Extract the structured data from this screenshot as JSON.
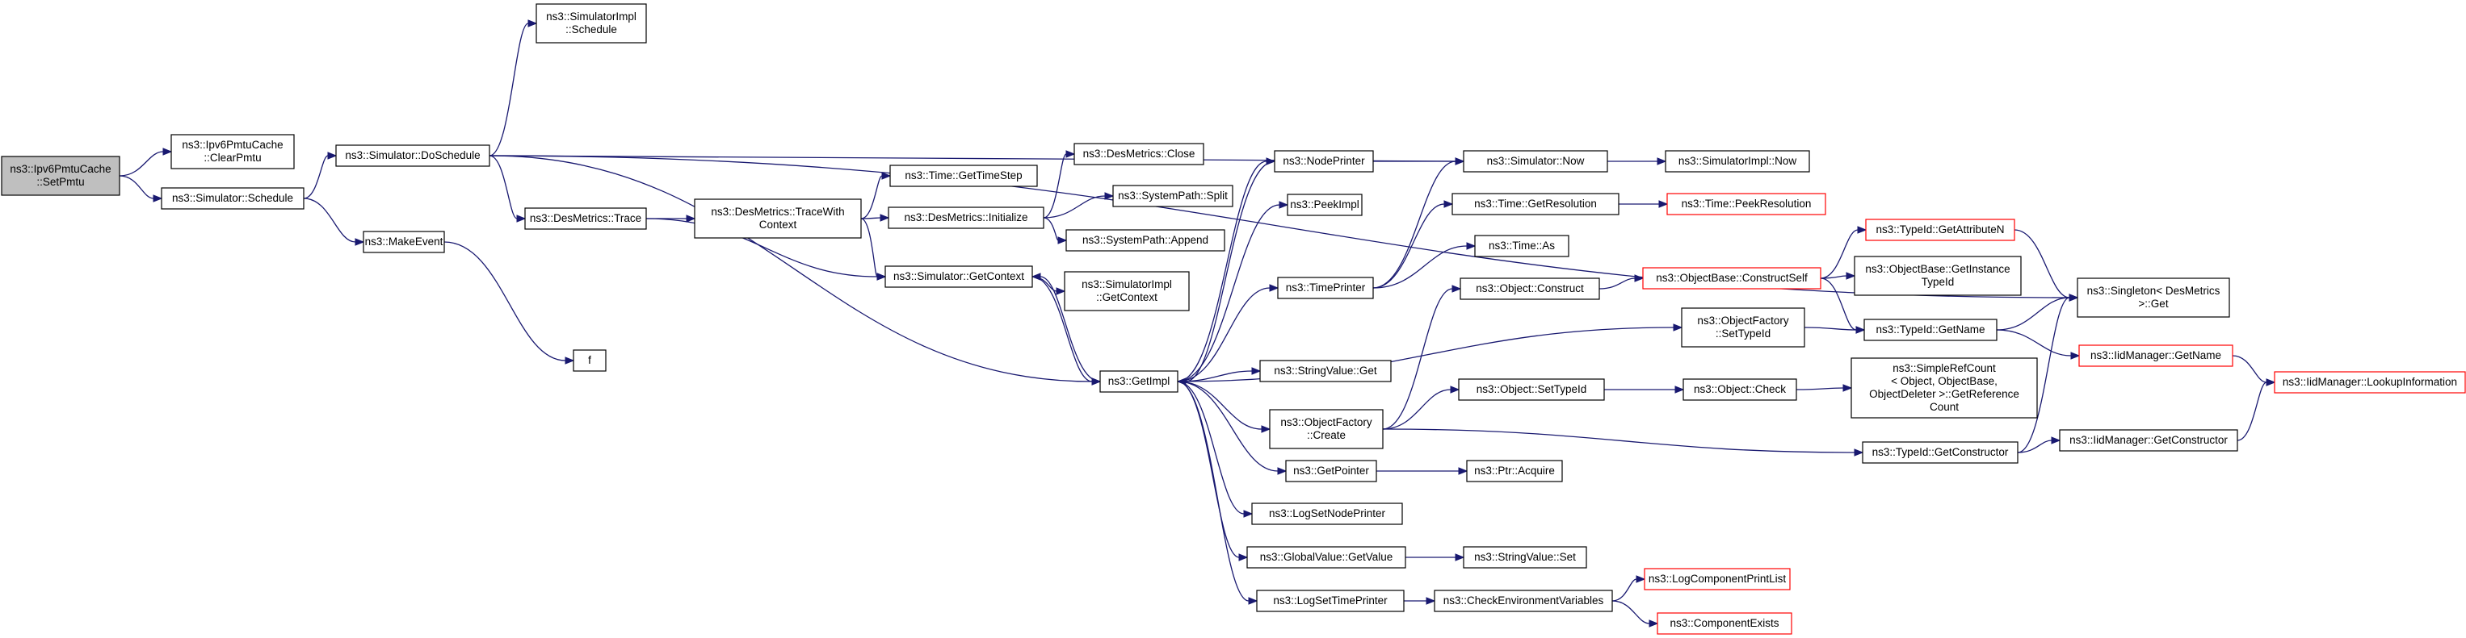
{
  "diagram": {
    "kind": "call graph",
    "edge_color": "#191970",
    "truncated_border_color": "#ff0000",
    "root_fill": "#bfbfbf",
    "nodes": [
      {
        "id": "setpmtu",
        "lines": [
          "ns3::Ipv6PmtuCache",
          "::SetPmtu"
        ],
        "root": true
      },
      {
        "id": "clearpmtu",
        "lines": [
          "ns3::Ipv6PmtuCache",
          "::ClearPmtu"
        ]
      },
      {
        "id": "schedule",
        "lines": [
          "ns3::Simulator::Schedule"
        ]
      },
      {
        "id": "doschedule",
        "lines": [
          "ns3::Simulator::DoSchedule"
        ]
      },
      {
        "id": "makeevent",
        "lines": [
          "ns3::MakeEvent"
        ]
      },
      {
        "id": "f",
        "lines": [
          "f"
        ]
      },
      {
        "id": "implschedule",
        "lines": [
          "ns3::SimulatorImpl",
          "::Schedule"
        ]
      },
      {
        "id": "trace",
        "lines": [
          "ns3::DesMetrics::Trace"
        ]
      },
      {
        "id": "tracewith",
        "lines": [
          "ns3::DesMetrics::TraceWith",
          "Context"
        ]
      },
      {
        "id": "gettimestep",
        "lines": [
          "ns3::Time::GetTimeStep"
        ]
      },
      {
        "id": "initialize",
        "lines": [
          "ns3::DesMetrics::Initialize"
        ]
      },
      {
        "id": "close",
        "lines": [
          "ns3::DesMetrics::Close"
        ]
      },
      {
        "id": "split",
        "lines": [
          "ns3::SystemPath::Split"
        ]
      },
      {
        "id": "append",
        "lines": [
          "ns3::SystemPath::Append"
        ]
      },
      {
        "id": "getcontext",
        "lines": [
          "ns3::Simulator::GetContext"
        ]
      },
      {
        "id": "implgetcontext",
        "lines": [
          "ns3::SimulatorImpl",
          "::GetContext"
        ]
      },
      {
        "id": "getimpl",
        "lines": [
          "ns3::GetImpl"
        ]
      },
      {
        "id": "nodeprinter",
        "lines": [
          "ns3::NodePrinter"
        ]
      },
      {
        "id": "peekimpl",
        "lines": [
          "ns3::PeekImpl"
        ]
      },
      {
        "id": "timeprinter",
        "lines": [
          "ns3::TimePrinter"
        ]
      },
      {
        "id": "stringget",
        "lines": [
          "ns3::StringValue::Get"
        ]
      },
      {
        "id": "ofcreate",
        "lines": [
          "ns3::ObjectFactory",
          "::Create"
        ]
      },
      {
        "id": "getpointer",
        "lines": [
          "ns3::GetPointer"
        ]
      },
      {
        "id": "logsetnodeprinter",
        "lines": [
          "ns3::LogSetNodePrinter"
        ]
      },
      {
        "id": "globalgetvalue",
        "lines": [
          "ns3::GlobalValue::GetValue"
        ]
      },
      {
        "id": "logsettimeprinter",
        "lines": [
          "ns3::LogSetTimePrinter"
        ]
      },
      {
        "id": "now",
        "lines": [
          "ns3::Simulator::Now"
        ]
      },
      {
        "id": "implnow",
        "lines": [
          "ns3::SimulatorImpl::Now"
        ]
      },
      {
        "id": "getresolution",
        "lines": [
          "ns3::Time::GetResolution"
        ]
      },
      {
        "id": "peekresolution",
        "lines": [
          "ns3::Time::PeekResolution"
        ],
        "truncated": true
      },
      {
        "id": "timeas",
        "lines": [
          "ns3::Time::As"
        ]
      },
      {
        "id": "objconstruct",
        "lines": [
          "ns3::Object::Construct"
        ]
      },
      {
        "id": "constructself",
        "lines": [
          "ns3::ObjectBase::ConstructSelf"
        ],
        "truncated": true
      },
      {
        "id": "getattributen",
        "lines": [
          "ns3::TypeId::GetAttributeN"
        ],
        "truncated": true
      },
      {
        "id": "getinstancetypeid",
        "lines": [
          "ns3::ObjectBase::GetInstance",
          "TypeId"
        ]
      },
      {
        "id": "ofsettypeid",
        "lines": [
          "ns3::ObjectFactory",
          "::SetTypeId"
        ]
      },
      {
        "id": "typeidgetname",
        "lines": [
          "ns3::TypeId::GetName"
        ]
      },
      {
        "id": "singletonget",
        "lines": [
          "ns3::Singleton< DesMetrics",
          " >::Get"
        ]
      },
      {
        "id": "iidgetname",
        "lines": [
          "ns3::IidManager::GetName"
        ],
        "truncated": true
      },
      {
        "id": "lookupinfo",
        "lines": [
          "ns3::IidManager::LookupInformation"
        ],
        "truncated": true
      },
      {
        "id": "objsettypeid",
        "lines": [
          "ns3::Object::SetTypeId"
        ]
      },
      {
        "id": "objcheck",
        "lines": [
          "ns3::Object::Check"
        ]
      },
      {
        "id": "simplerefcount",
        "lines": [
          "ns3::SimpleRefCount",
          "< Object, ObjectBase,",
          " ObjectDeleter >::GetReference",
          "Count"
        ]
      },
      {
        "id": "typeidgetconstructor",
        "lines": [
          "ns3::TypeId::GetConstructor"
        ]
      },
      {
        "id": "iidgetconstructor",
        "lines": [
          "ns3::IidManager::GetConstructor"
        ]
      },
      {
        "id": "ptracquire",
        "lines": [
          "ns3::Ptr::Acquire"
        ]
      },
      {
        "id": "stringset",
        "lines": [
          "ns3::StringValue::Set"
        ]
      },
      {
        "id": "checkenv",
        "lines": [
          "ns3::CheckEnvironmentVariables"
        ]
      },
      {
        "id": "logcomponentprintlist",
        "lines": [
          "ns3::LogComponentPrintList"
        ],
        "truncated": true
      },
      {
        "id": "componentexists",
        "lines": [
          "ns3::ComponentExists"
        ],
        "truncated": true
      }
    ],
    "edges": [
      [
        "setpmtu",
        "clearpmtu"
      ],
      [
        "setpmtu",
        "schedule"
      ],
      [
        "schedule",
        "doschedule"
      ],
      [
        "schedule",
        "makeevent"
      ],
      [
        "makeevent",
        "f"
      ],
      [
        "doschedule",
        "implschedule"
      ],
      [
        "doschedule",
        "trace"
      ],
      [
        "doschedule",
        "getimpl"
      ],
      [
        "doschedule",
        "now"
      ],
      [
        "doschedule",
        "singletonget"
      ],
      [
        "trace",
        "tracewith"
      ],
      [
        "trace",
        "getcontext"
      ],
      [
        "tracewith",
        "gettimestep"
      ],
      [
        "tracewith",
        "initialize"
      ],
      [
        "tracewith",
        "getcontext"
      ],
      [
        "initialize",
        "close"
      ],
      [
        "initialize",
        "split"
      ],
      [
        "initialize",
        "append"
      ],
      [
        "getcontext",
        "implgetcontext"
      ],
      [
        "getcontext",
        "getimpl"
      ],
      [
        "getimpl",
        "nodeprinter"
      ],
      [
        "getimpl",
        "peekimpl"
      ],
      [
        "getimpl",
        "timeprinter"
      ],
      [
        "getimpl",
        "stringget"
      ],
      [
        "getimpl",
        "ofcreate"
      ],
      [
        "getimpl",
        "getpointer"
      ],
      [
        "getimpl",
        "logsetnodeprinter"
      ],
      [
        "getimpl",
        "globalgetvalue"
      ],
      [
        "getimpl",
        "logsettimeprinter"
      ],
      [
        "getimpl",
        "getcontext"
      ],
      [
        "getimpl",
        "ofsettypeid"
      ],
      [
        "nodeprinter",
        "getimpl"
      ],
      [
        "nodeprinter",
        "now"
      ],
      [
        "timeprinter",
        "now"
      ],
      [
        "timeprinter",
        "getresolution"
      ],
      [
        "timeprinter",
        "timeas"
      ],
      [
        "now",
        "implnow"
      ],
      [
        "getresolution",
        "peekresolution"
      ],
      [
        "ofcreate",
        "objconstruct"
      ],
      [
        "ofcreate",
        "objsettypeid"
      ],
      [
        "ofcreate",
        "typeidgetconstructor"
      ],
      [
        "objconstruct",
        "constructself"
      ],
      [
        "constructself",
        "getattributen"
      ],
      [
        "constructself",
        "getinstancetypeid"
      ],
      [
        "constructself",
        "typeidgetname"
      ],
      [
        "getattributen",
        "singletonget"
      ],
      [
        "ofsettypeid",
        "typeidgetname"
      ],
      [
        "typeidgetname",
        "singletonget"
      ],
      [
        "typeidgetname",
        "iidgetname"
      ],
      [
        "iidgetname",
        "lookupinfo"
      ],
      [
        "objsettypeid",
        "objcheck"
      ],
      [
        "objcheck",
        "simplerefcount"
      ],
      [
        "typeidgetconstructor",
        "singletonget"
      ],
      [
        "typeidgetconstructor",
        "iidgetconstructor"
      ],
      [
        "iidgetconstructor",
        "lookupinfo"
      ],
      [
        "getpointer",
        "ptracquire"
      ],
      [
        "globalgetvalue",
        "stringset"
      ],
      [
        "logsettimeprinter",
        "checkenv"
      ],
      [
        "checkenv",
        "logcomponentprintlist"
      ],
      [
        "checkenv",
        "componentexists"
      ]
    ]
  }
}
